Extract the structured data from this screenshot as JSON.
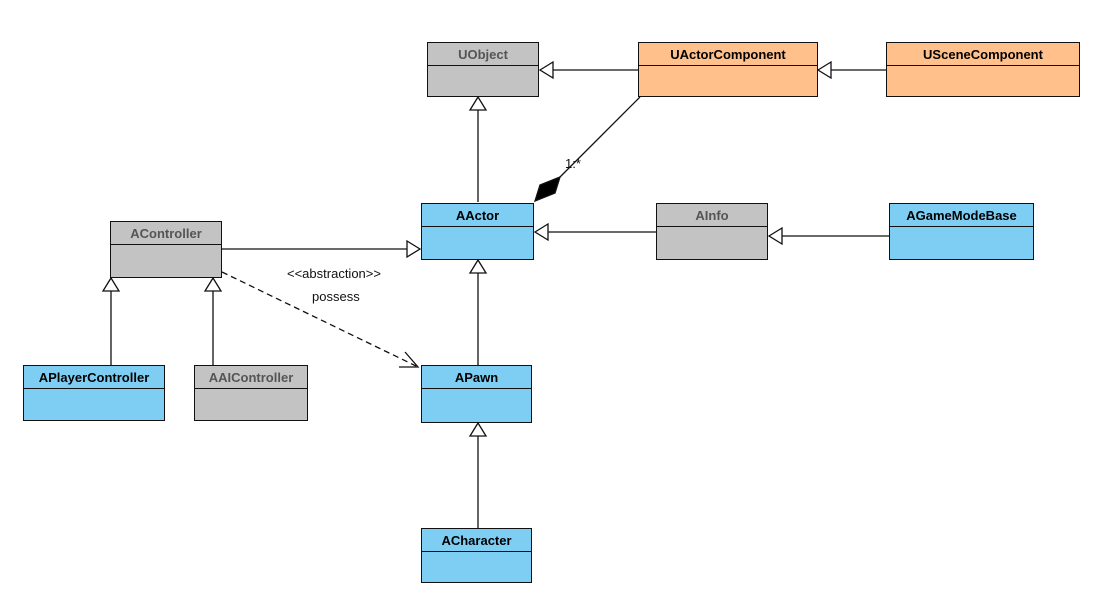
{
  "classes": {
    "uobject": {
      "name": "UObject",
      "color": "#c3c3c3"
    },
    "uactorcomponent": {
      "name": "UActorComponent",
      "color": "#ffc08c"
    },
    "uscenecomponent": {
      "name": "USceneComponent",
      "color": "#ffc08c"
    },
    "acontroller": {
      "name": "AController",
      "color": "#c3c3c3"
    },
    "aactor": {
      "name": "AActor",
      "color": "#7ecef4"
    },
    "ainfo": {
      "name": "AInfo",
      "color": "#c3c3c3"
    },
    "agamemodebase": {
      "name": "AGameModeBase",
      "color": "#7ecef4"
    },
    "aplayercontroller": {
      "name": "APlayerController",
      "color": "#7ecef4"
    },
    "aaicontroller": {
      "name": "AAIController",
      "color": "#c3c3c3"
    },
    "apawn": {
      "name": "APawn",
      "color": "#7ecef4"
    },
    "acharacter": {
      "name": "ACharacter",
      "color": "#7ecef4"
    }
  },
  "relations": {
    "composition_multiplicity": "1:*",
    "dependency_stereotype": "<<abstraction>>",
    "dependency_name": "possess"
  }
}
